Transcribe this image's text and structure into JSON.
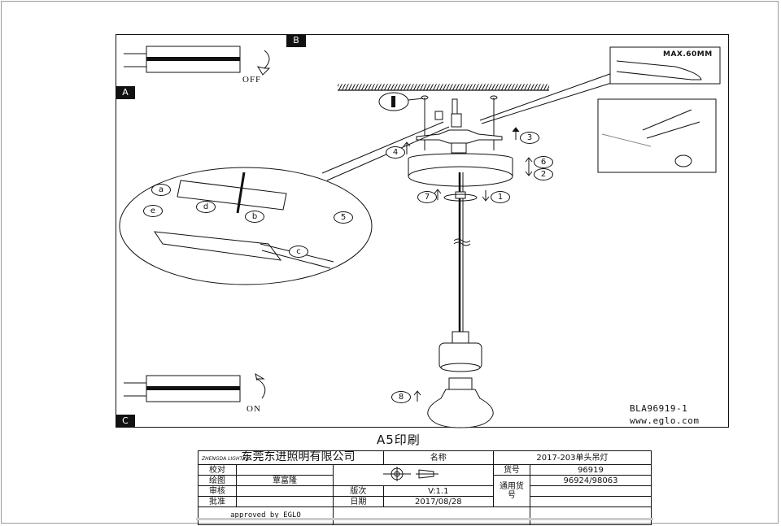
{
  "sheet": {
    "print_format": "A5印刷",
    "document_code": "BLA96919-1",
    "website": "www.eglo.com"
  },
  "panels": {
    "a": {
      "tag": "A",
      "action_label": "OFF"
    },
    "b": {
      "tag": "B"
    },
    "c": {
      "tag": "C",
      "action_label": "ON"
    }
  },
  "annotations": {
    "strip_length": "MAX.60MM",
    "steps": [
      "1",
      "2",
      "3",
      "4",
      "5",
      "6",
      "7",
      "8"
    ],
    "detail_letters": [
      "a",
      "b",
      "c",
      "d",
      "e"
    ]
  },
  "title_block": {
    "logo_text": "ZHENGDA LIGHTING",
    "company": "东莞东进照明有限公司",
    "rows": [
      {
        "label": "校对",
        "value": ""
      },
      {
        "label": "绘图",
        "value": "覃富隆"
      },
      {
        "label": "审核",
        "value": ""
      },
      {
        "label": "批准",
        "value": ""
      }
    ],
    "version_label": "版次",
    "version_value": "V:1.1",
    "date_label": "日期",
    "date_value": "2017/08/28",
    "approved": "approved by EGLO",
    "name_label": "名称",
    "name_value": "2017-203单头吊灯",
    "item_label": "货号",
    "item_value": "96919",
    "common_label": "通用货号",
    "common_value": "96924/98063"
  }
}
